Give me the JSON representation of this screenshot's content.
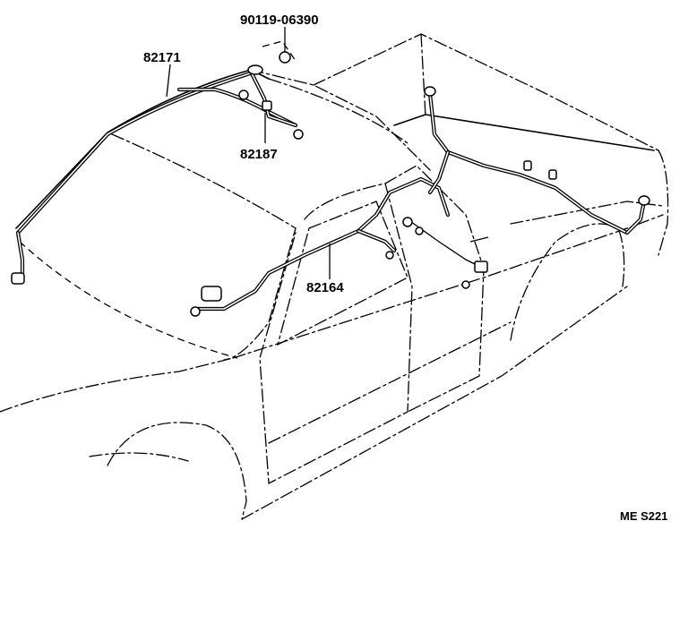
{
  "parts": [
    {
      "id": "clip",
      "number": "90119-06390"
    },
    {
      "id": "roof-harness",
      "number": "82171"
    },
    {
      "id": "lamp-wire",
      "number": "82187"
    },
    {
      "id": "cowl-harness",
      "number": "82164"
    }
  ],
  "figure_code": "ME S221"
}
